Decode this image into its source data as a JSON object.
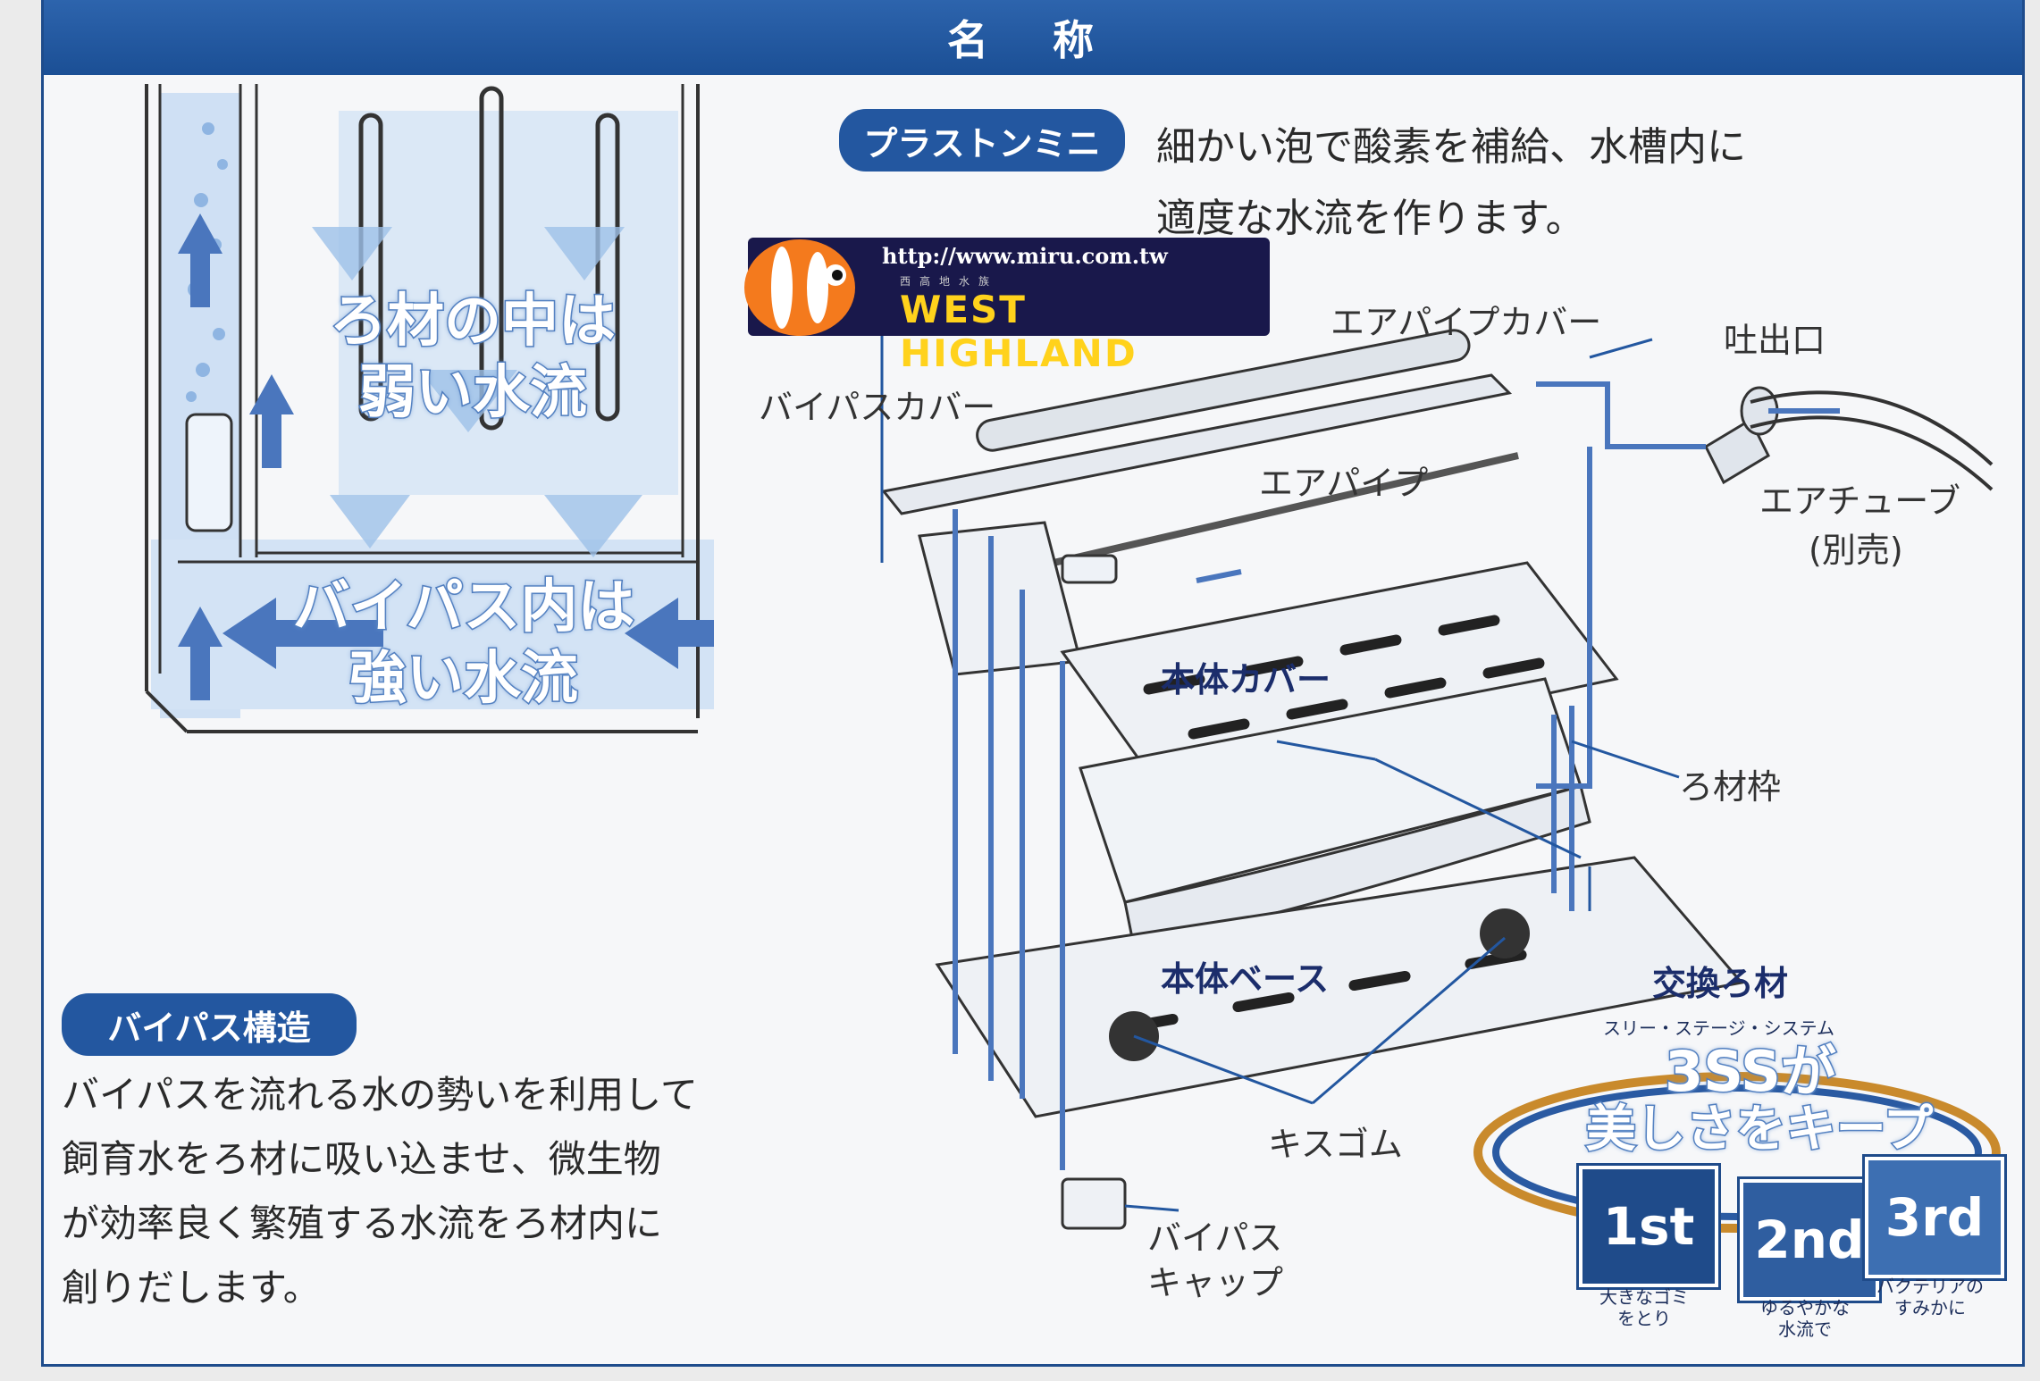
{
  "header": {
    "title": "名 称"
  },
  "left": {
    "weak_flow": "ろ材の中は\n弱い水流",
    "strong_flow": "バイパス内は\n強い水流",
    "section_pill": "バイパス構造",
    "description_lines": [
      "バイパスを流れる水の勢いを利用して",
      "飼育水をろ材に吸い込ませ、微生物",
      "が効率良く繁殖する水流をろ材内に",
      "創りだします。"
    ]
  },
  "right": {
    "plaston_pill": "プラストンミニ",
    "plaston_desc_lines": [
      "細かい泡で酸素を補給、水槽内に",
      "適度な水流を作ります。"
    ],
    "labels": {
      "air_pipe_cover": "エアパイプカバー",
      "outlet": "吐出口",
      "bypass_cover": "バイパスカバー",
      "air_pipe": "エアパイプ",
      "air_tube": "エアチューブ",
      "air_tube_note": "(別売)",
      "body_cover": "本体カバー",
      "media_frame": "ろ材枠",
      "body_base": "本体ベース",
      "replacement_media": "交換ろ材",
      "suction_rubber": "キスゴム",
      "bypass_cap_1": "バイパス",
      "bypass_cap_2": "キャップ"
    }
  },
  "watermark": {
    "url": "http://www.miru.com.tw",
    "sub": "西高地水族",
    "name": "WEST HIGHLAND"
  },
  "sss": {
    "ruby": "スリー・ステージ・システム",
    "title_1": "3SSが",
    "title_2": "美しさをキープ",
    "stages": [
      {
        "label": "1st",
        "caption": "大きなゴミ\nをとり"
      },
      {
        "label": "2nd",
        "caption": "ゆるやかな\n水流で"
      },
      {
        "label": "3rd",
        "caption": "バクテリアの\nすみかに"
      }
    ]
  },
  "colors": {
    "accent": "#2357a0",
    "header": "#1b4f95",
    "arrow": "#4a76bd",
    "flow": "#9ec0e8"
  }
}
